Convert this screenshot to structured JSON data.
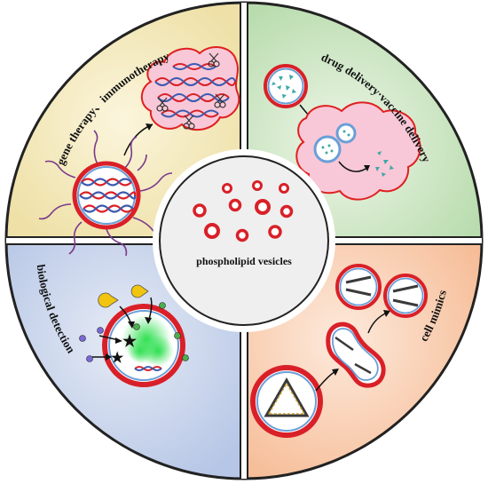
{
  "center": {
    "label": "phospholipid vesicles"
  },
  "quadrants": {
    "top_left": {
      "label": "gene therapy、immunotherapy",
      "color": "#f2e6b8"
    },
    "top_right": {
      "label": "drug delivery·vaccine delivery",
      "color": "#c8e4c0"
    },
    "bottom_left": {
      "label": "biological detection",
      "color": "#c4d0ea"
    },
    "bottom_right": {
      "label": "cell mimics",
      "color": "#f8cdb0"
    }
  },
  "colors": {
    "membrane_outer": "#d92028",
    "membrane_inner": "#6a9fd8",
    "blob_fill": "#f8c8d8",
    "blob_stroke": "#e02020",
    "tail": "#7a3a8a",
    "teal": "#3fa8a8",
    "glow": "#2ecf4a",
    "divider": "#222222"
  },
  "icons": {
    "scissors": "scissors-icon",
    "star": "star-icon",
    "pacman": "pacman-icon"
  }
}
